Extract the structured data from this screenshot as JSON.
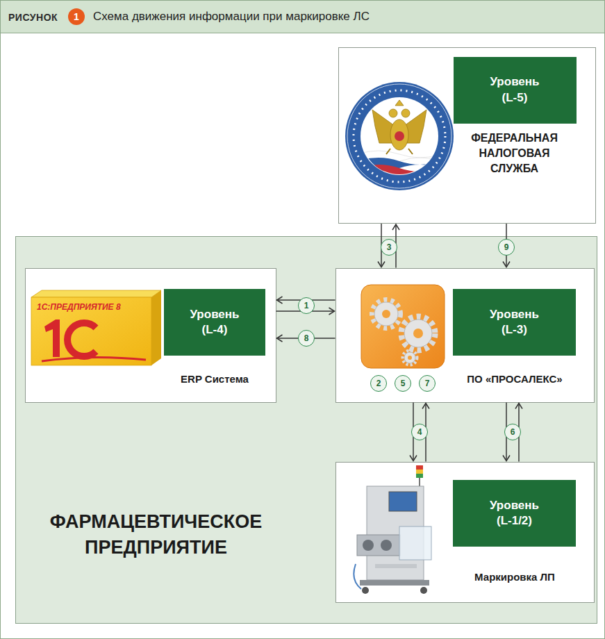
{
  "diagram": {
    "title": "Схема движения информации при маркировке ЛС",
    "nodes": [
      {
        "text": [
          "ФЕДЕРАЛЬНАЯ НАЛОГОВАЯ СЛУЖБА"
        ]
      },
      {
        "text": [
          "Уровень (L-5)"
        ],
        "in": 0
      },
      {
        "text": [
          "ФАРМАЦЕВТИЧЕСКОЕ ПРЕДПРИЯТИЕ"
        ]
      },
      {
        "text": [
          "ERP Система"
        ],
        "in": 2
      },
      {
        "text": [
          "Уровень (L-4)"
        ],
        "in": 3
      },
      {
        "text": [
          "ПО «ПРОСАЛЕКС»"
        ],
        "in": 2
      },
      {
        "text": [
          "Уровень (L-3)"
        ],
        "in": 5
      },
      {
        "text": [
          "Маркировка ЛП"
        ],
        "in": 2
      },
      {
        "text": [
          "Уровень (L-1/2)"
        ],
        "in": 7
      }
    ],
    "edges": [
      {
        "from": 0,
        "to": 5,
        "arrow": "to",
        "label": "3"
      },
      {
        "from": 5,
        "to": 0,
        "arrow": "to"
      },
      {
        "from": 0,
        "to": 5,
        "arrow": "to",
        "label": "9"
      },
      {
        "from": 5,
        "to": 3,
        "arrow": "to",
        "label": "1"
      },
      {
        "from": 3,
        "to": 5,
        "arrow": "to"
      },
      {
        "from": 5,
        "to": 3,
        "arrow": "to",
        "label": "8"
      },
      {
        "from": 5,
        "to": 7,
        "arrow": "to",
        "label": "4"
      },
      {
        "from": 7,
        "to": 5,
        "arrow": "to"
      },
      {
        "from": 5,
        "to": 7,
        "arrow": "to",
        "label": "6"
      },
      {
        "from": 7,
        "to": 5,
        "arrow": "to"
      }
    ],
    "labels": [
      "РИСУНОК",
      "1",
      "2",
      "5",
      "7",
      "1С:ПРЕДПРИЯТИЕ 8"
    ]
  }
}
